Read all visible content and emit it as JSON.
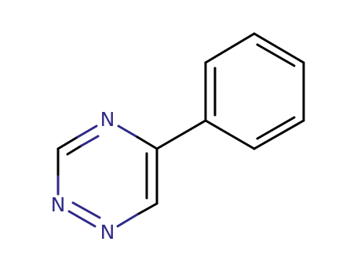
{
  "molecule": {
    "atoms": {
      "n1": "N",
      "n2": "N",
      "n4": "N"
    },
    "colors": {
      "bond": "#000000",
      "nitrogen": "#2e2a87",
      "background": "#ffffff"
    }
  }
}
